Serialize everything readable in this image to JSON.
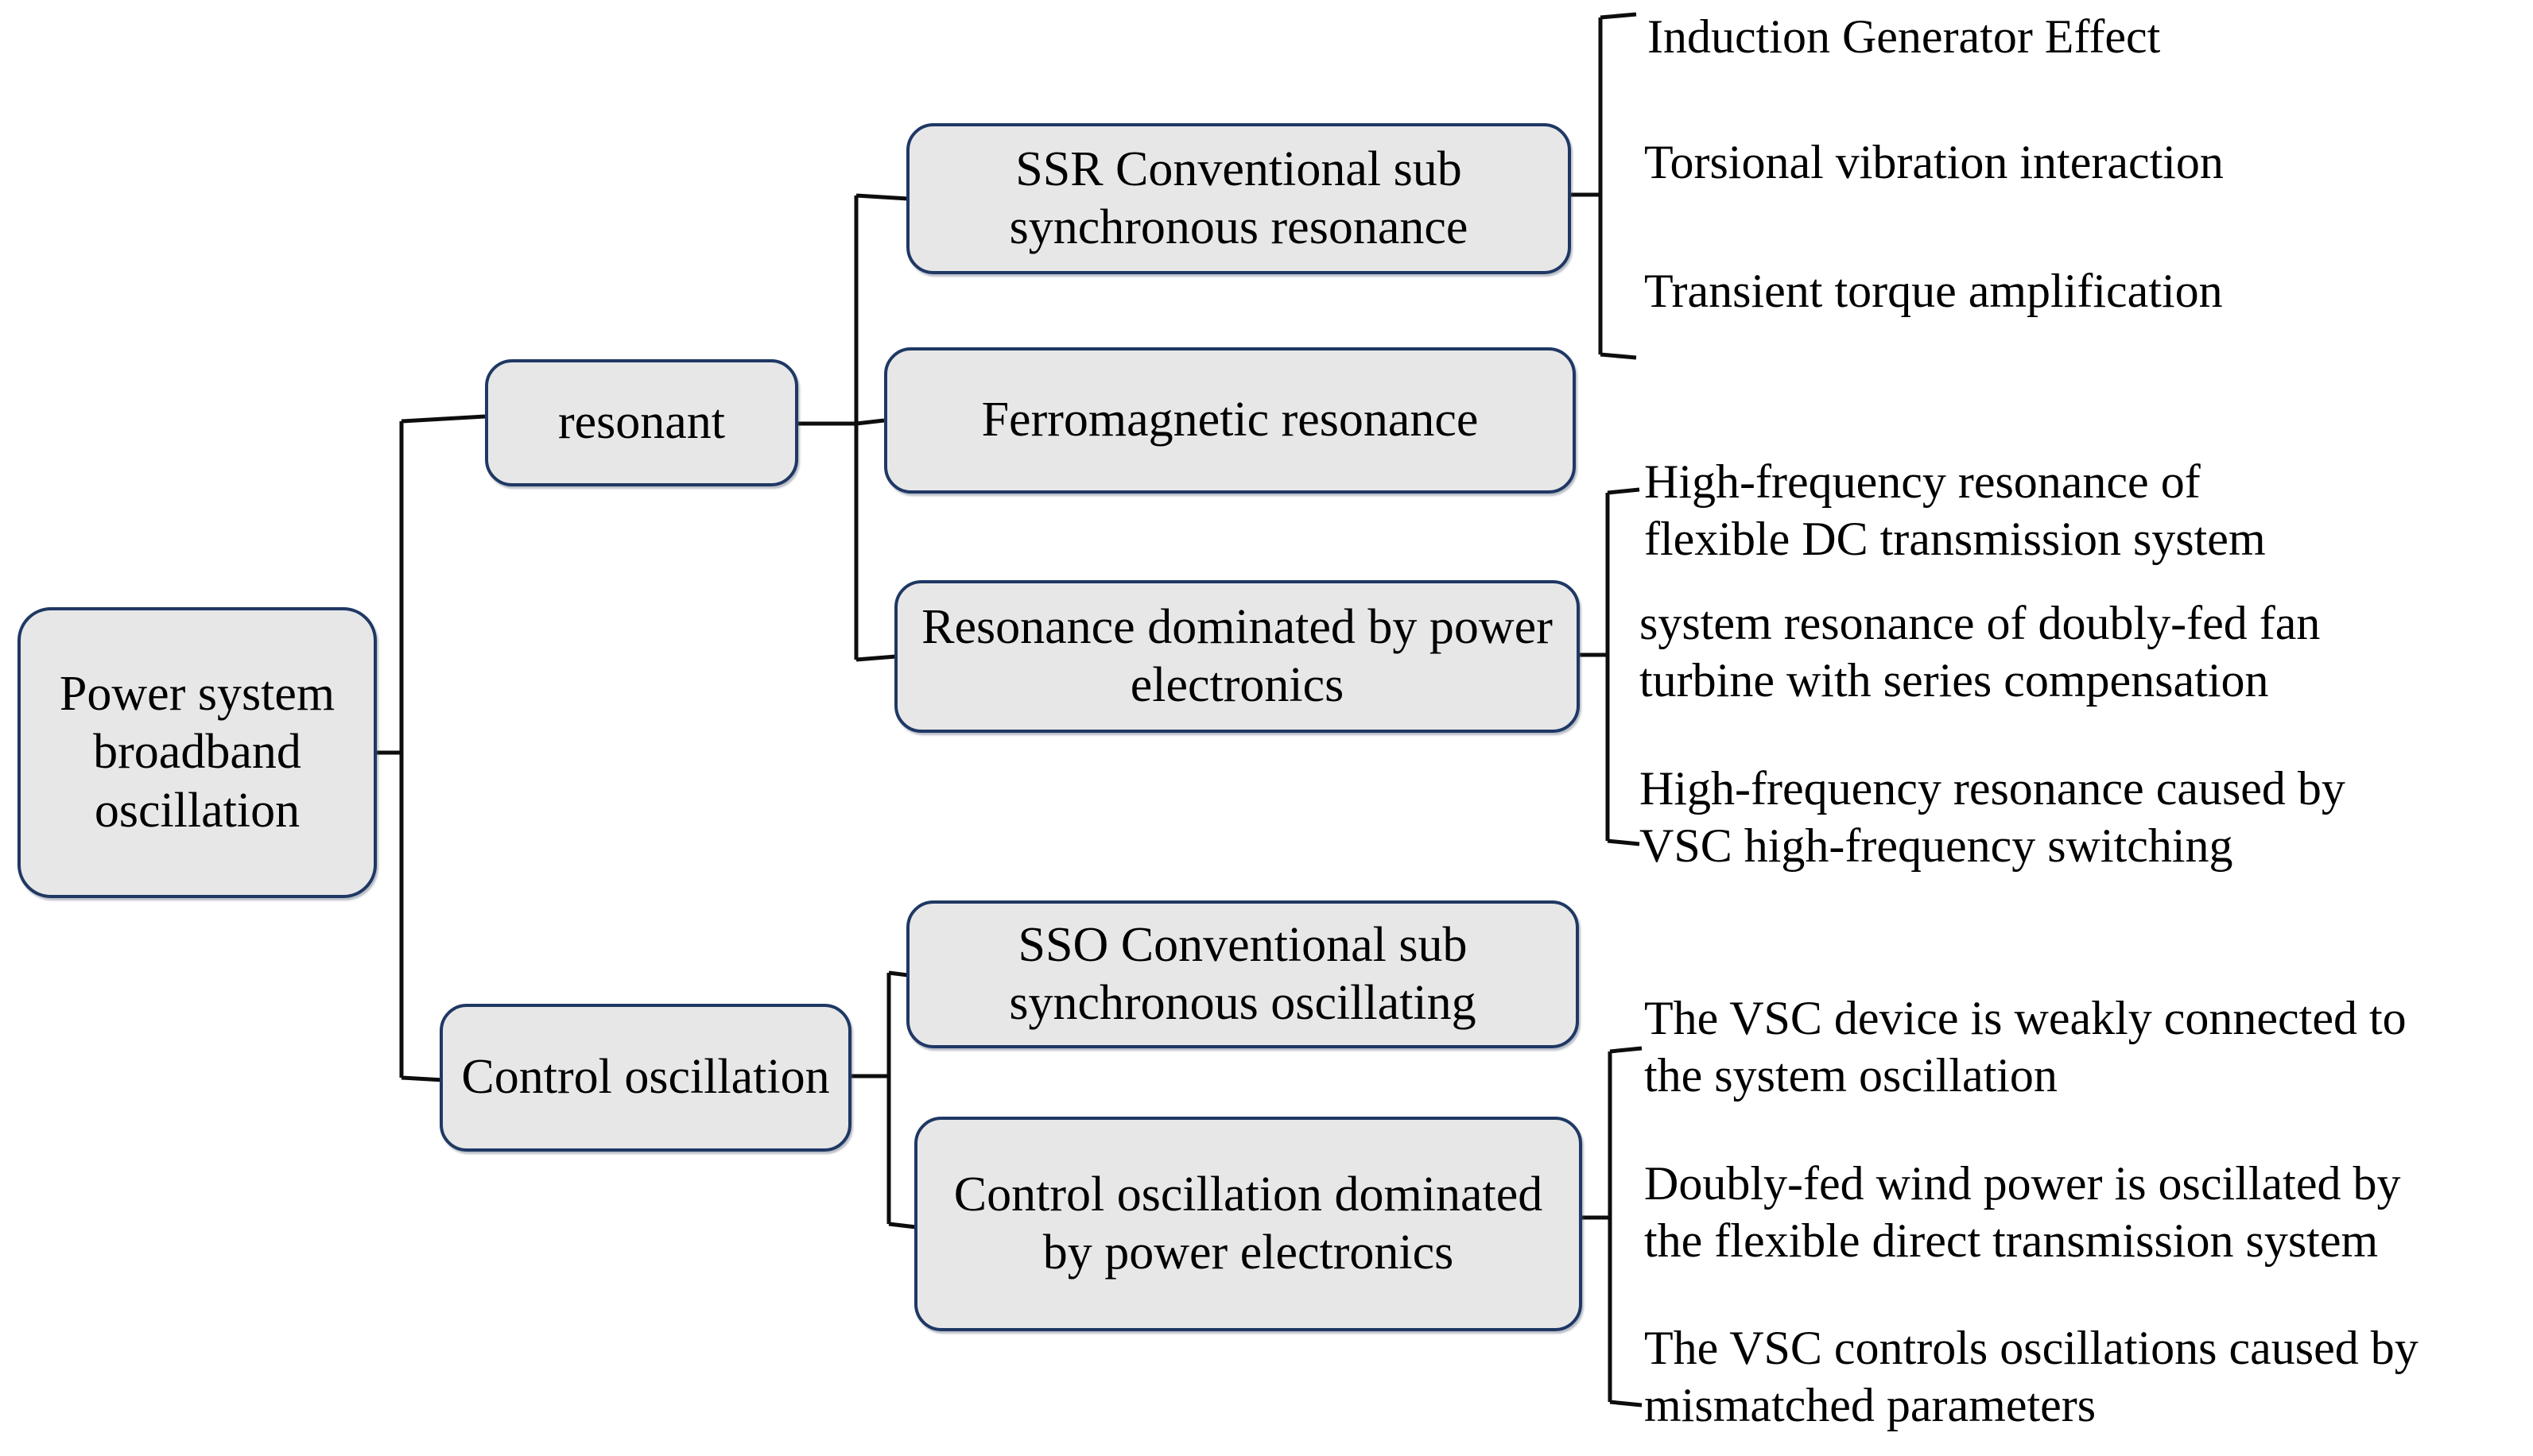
{
  "diagram": {
    "title": "Power system broadband oscillation classification",
    "colors": {
      "node_fill": "#E7E7E7",
      "node_border": "#1F3864",
      "connector": "#0D0D0D",
      "background": "#FFFFFF",
      "text": "#000000"
    },
    "root": {
      "label": "Power\nsystem\nbroadband\noscillation"
    },
    "branches": [
      {
        "label": "resonant",
        "children": [
          {
            "label": "SSR Conventional sub\nsynchronous resonance",
            "leaves": [
              "Induction Generator Effect",
              "Torsional vibration interaction",
              "Transient torque amplification"
            ]
          },
          {
            "label": "Ferromagnetic resonance",
            "leaves": []
          },
          {
            "label": "Resonance dominated by\npower electronics",
            "leaves": [
              "High-frequency resonance of\nflexible DC transmission system",
              "system resonance of doubly-fed fan\nturbine with series compensation",
              "High-frequency resonance caused by\nVSC high-frequency switching"
            ]
          }
        ]
      },
      {
        "label": "Control\noscillation",
        "children": [
          {
            "label": "SSO Conventional sub\nsynchronous oscillating",
            "leaves": []
          },
          {
            "label": "Control oscillation\ndominated by power\nelectronics",
            "leaves": [
              "The VSC device is weakly connected to\nthe system oscillation",
              "Doubly-fed wind power is oscillated by\nthe flexible direct transmission system",
              "The VSC controls oscillations caused by\nmismatched parameters"
            ]
          }
        ]
      }
    ]
  }
}
